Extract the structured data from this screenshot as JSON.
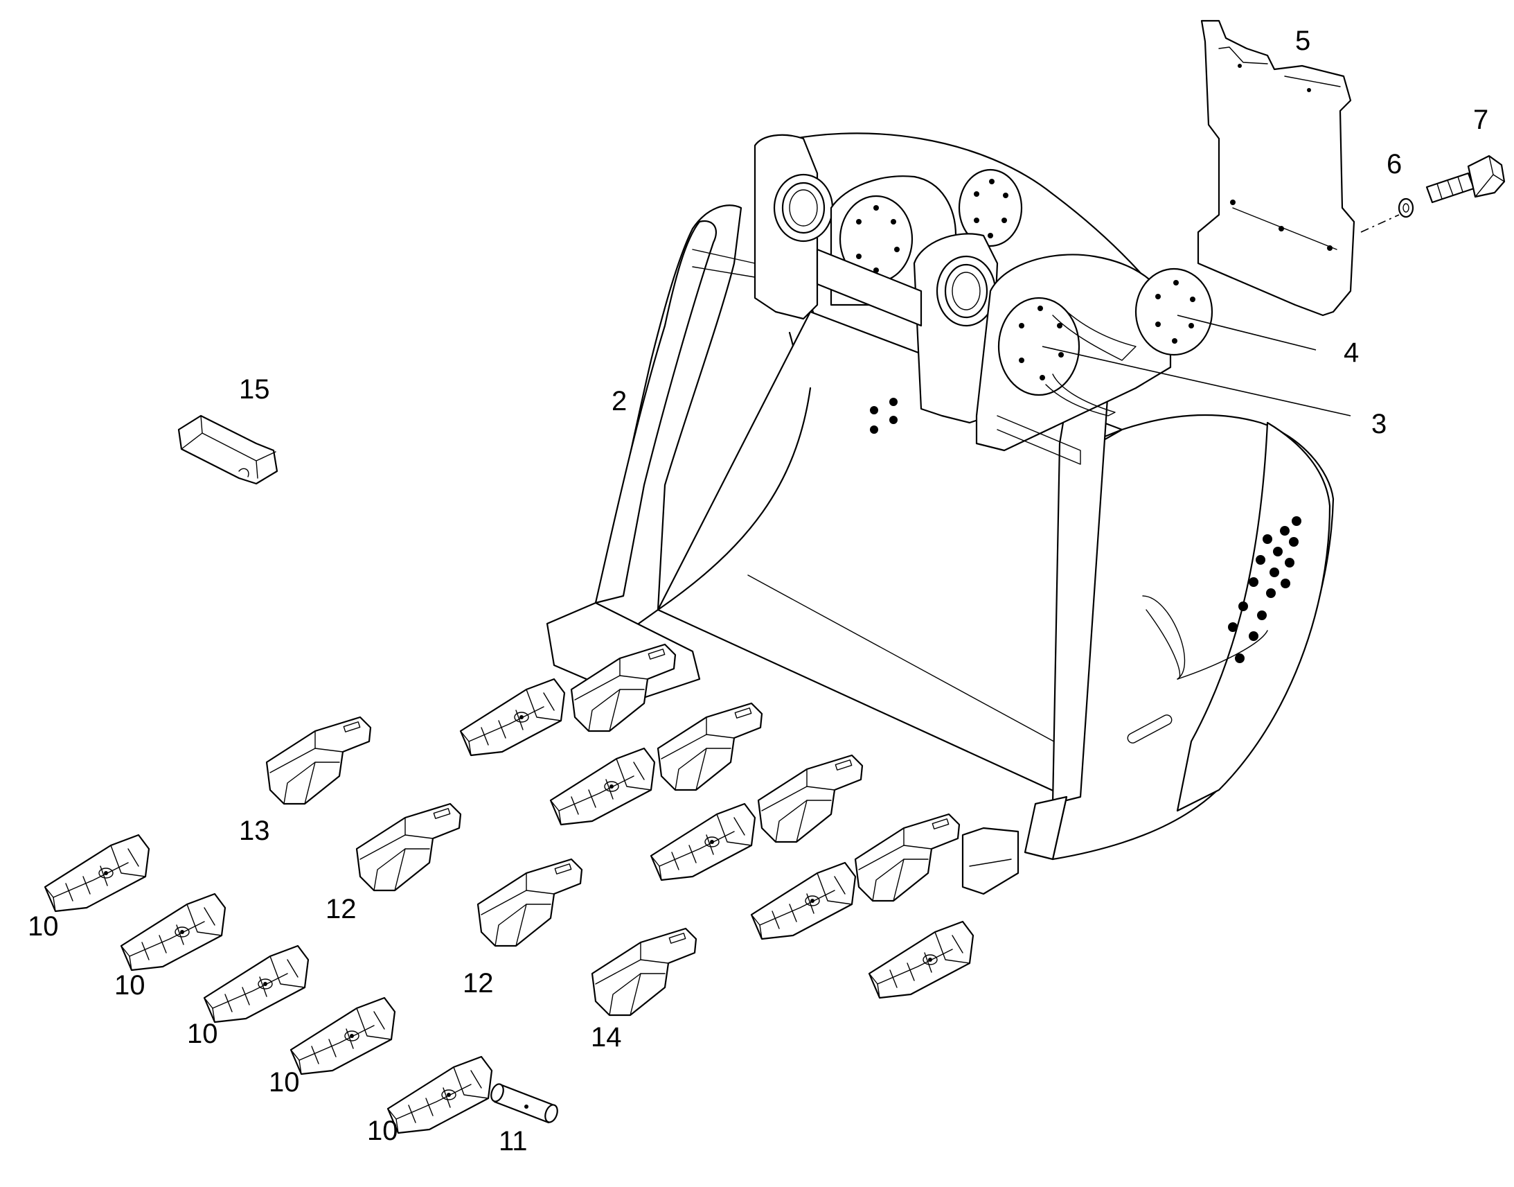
{
  "callouts": {
    "c2": "2",
    "c3": "3",
    "c4": "4",
    "c5": "5",
    "c6": "6",
    "c7": "7",
    "c10a": "10",
    "c10b": "10",
    "c10c": "10",
    "c10d": "10",
    "c10e": "10",
    "c11": "11",
    "c12a": "12",
    "c12b": "12",
    "c13": "13",
    "c14": "14",
    "c15": "15"
  },
  "colors": {
    "line": "#000000",
    "background": "#ffffff"
  }
}
